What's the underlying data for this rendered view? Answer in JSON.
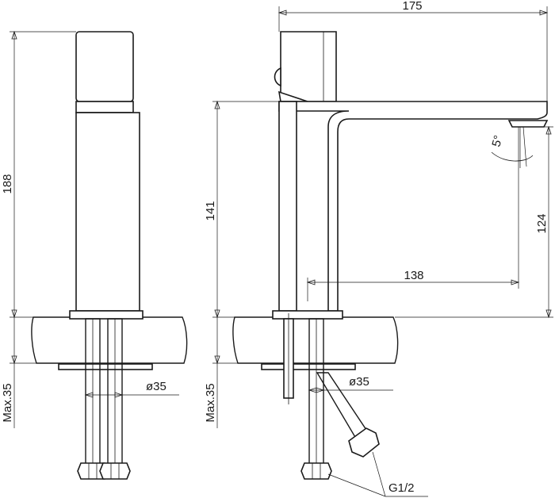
{
  "dimensions": {
    "overall_width": "175",
    "overall_height": "188",
    "spout_height_under_handle": "141",
    "outlet_height": "124",
    "spout_reach": "138",
    "hole_diameter_front": "ø35",
    "hole_diameter_side": "ø35",
    "max_deck_front": "Max.35",
    "max_deck_side": "Max.35",
    "outlet_angle": "5°",
    "thread": "G1/2"
  },
  "colors": {
    "line": "#1a1a1a",
    "background": "#ffffff"
  }
}
